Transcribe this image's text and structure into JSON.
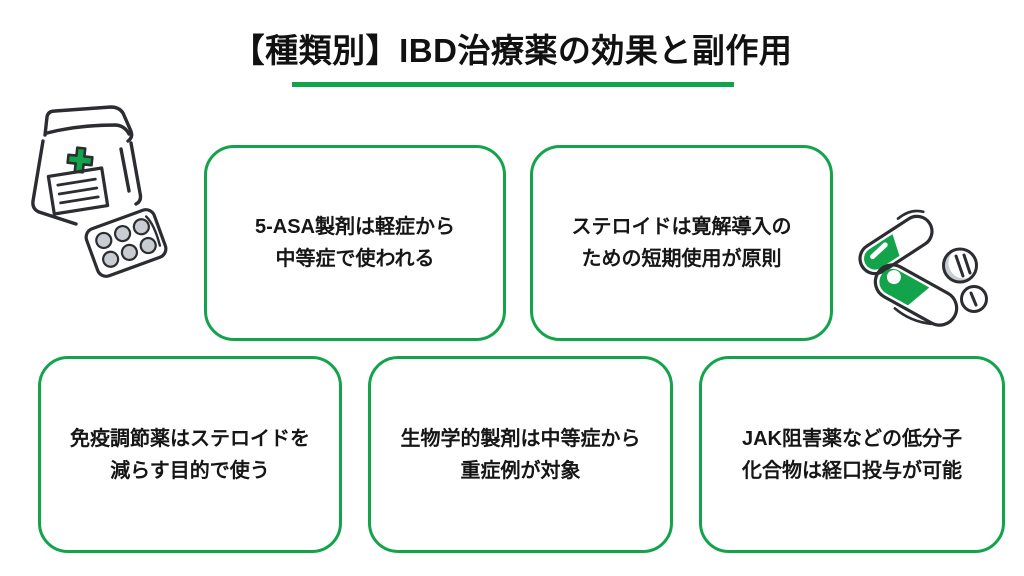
{
  "title": "【種類別】IBD治療薬の効果と副作用",
  "colors": {
    "accent": "#13a44b",
    "outline": "#2b2d31",
    "pill_gray": "#c9cdd2",
    "text": "#161616",
    "background": "#ffffff"
  },
  "cards": [
    {
      "text": "5-ASA製剤は軽症から\n中等症で使われる"
    },
    {
      "text": "ステロイドは寛解導入の\nための短期使用が原則"
    },
    {
      "text": "免疫調節薬はステロイドを\n減らす目的で使う"
    },
    {
      "text": "生物学的製剤は中等症から\n重症例が対象"
    },
    {
      "text": "JAK阻害薬などの低分子\n化合物は経口投与が可能"
    }
  ],
  "illustrations": {
    "left_icon": "medicine-bag-with-blister-pack-icon",
    "right_icon": "capsules-and-tablets-icon"
  }
}
